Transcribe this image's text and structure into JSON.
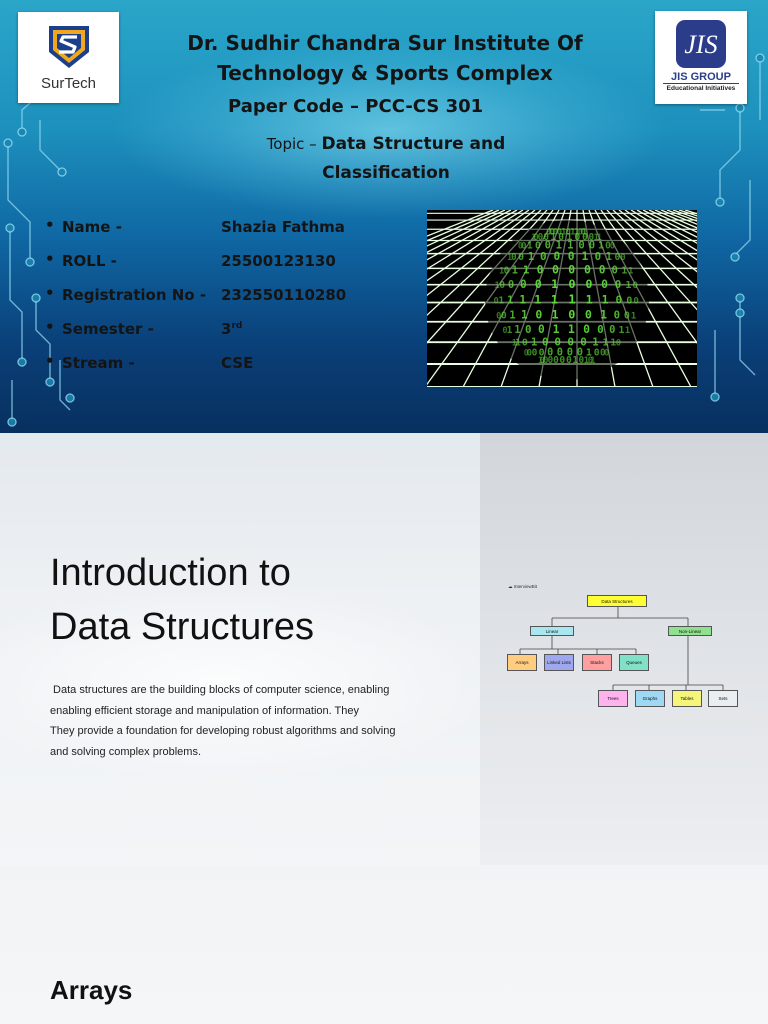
{
  "slide1": {
    "logo_left": {
      "text": "SurTech",
      "icon": "surtech-shield-icon"
    },
    "logo_right": {
      "brand": "JIS",
      "name": "JIS GROUP",
      "subtitle": "Educational Initiatives",
      "icon": "jis-logo-icon"
    },
    "institute_line1": "Dr. Sudhir Chandra Sur Institute Of",
    "institute_line2": "Technology & Sports Complex",
    "paper_code": "Paper Code – PCC-CS 301",
    "topic_prefix": "Topic – ",
    "topic_line1": "Data Structure and",
    "topic_line2": "Classification",
    "details": [
      {
        "label": "Name -",
        "value": "Shazia Fathma"
      },
      {
        "label": "ROLL -",
        "value": "25500123130"
      },
      {
        "label": "Registration No -",
        "value": "232550110280"
      },
      {
        "label": "Semester -",
        "value": "3",
        "sup": "rd"
      },
      {
        "label": "Stream -",
        "value": "CSE"
      }
    ],
    "bullet": "•",
    "image": "binary-globe-grid-image",
    "colors": {
      "bg_top": "#2aa6c9",
      "bg_bottom": "#08305f",
      "grid_green": "#5fdc3a"
    }
  },
  "slide2": {
    "title_line1": "Introduction to",
    "title_line2": "Data Structures",
    "body_lines": [
      " Data structures are the building blocks of computer science, enabling",
      "enabling efficient storage and manipulation of information. They",
      "They provide a foundation for developing robust algorithms and solving",
      "and solving complex problems."
    ],
    "diagram": {
      "logo": "InterviewBit",
      "root": "Data Structures",
      "linear": "Linear",
      "non_linear": "Non-Linear",
      "linear_children": [
        "Arrays",
        "Linked Lists",
        "Stacks",
        "Queues"
      ],
      "non_linear_children": [
        "Trees",
        "Graphs",
        "Tables",
        "Sets"
      ]
    }
  },
  "slide3": {
    "title": "Arrays"
  }
}
